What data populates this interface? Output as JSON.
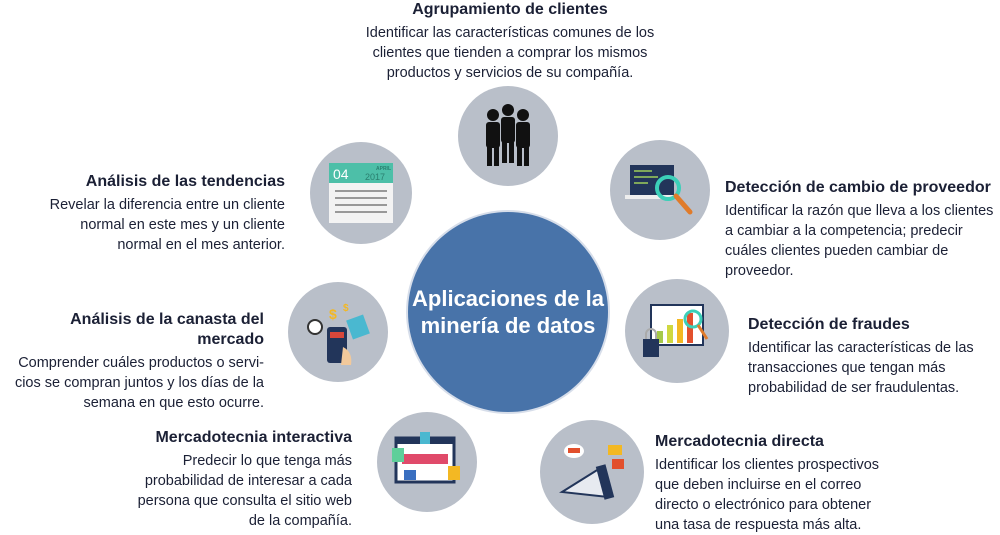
{
  "center": {
    "title": "Aplicaciones de la minería de datos"
  },
  "items": [
    {
      "title": "Agrupamiento de clientes",
      "text": "Identificar las características comunes de los clientes que tienden a comprar los mismos productos y servicios de su compañía.",
      "icon": "people-icon"
    },
    {
      "title": "Análisis de las tendencias",
      "text": "Revelar la diferencia entre un cliente normal en este mes y un cliente normal en el mes anterior.",
      "icon": "calendar-icon",
      "calendar_day": "04",
      "calendar_month": "APRIL",
      "calendar_year": "2017"
    },
    {
      "title": "Detección de cambio de proveedor",
      "text": "Identificar la razón que lleva a los clientes a cambiar a la competencia; predecir cuáles clientes pueden cambiar de proveedor.",
      "icon": "laptop-magnifier-icon"
    },
    {
      "title": "Análisis de la canasta del mercado",
      "text": "Comprender cuáles productos o servi-cios se compran juntos y los días de la semana en que esto ocurre.",
      "icon": "mobile-shopping-icon"
    },
    {
      "title": "Detección de fraudes",
      "text": "Identificar las características de las transacciones que tengan más probabilidad de ser fraudulentas.",
      "icon": "chart-lock-icon"
    },
    {
      "title": "Mercadotecnia interactiva",
      "text": "Predecir lo que tenga más probabilidad de interesar a cada persona que consulta el sitio web de la compañía.",
      "icon": "website-icon"
    },
    {
      "title": "Mercadotecnia directa",
      "text": "Identificar los clientes prospectivos que deben incluirse en el correo directo o electrónico para obtener una tasa de respuesta más alta.",
      "icon": "megaphone-icon"
    }
  ]
}
